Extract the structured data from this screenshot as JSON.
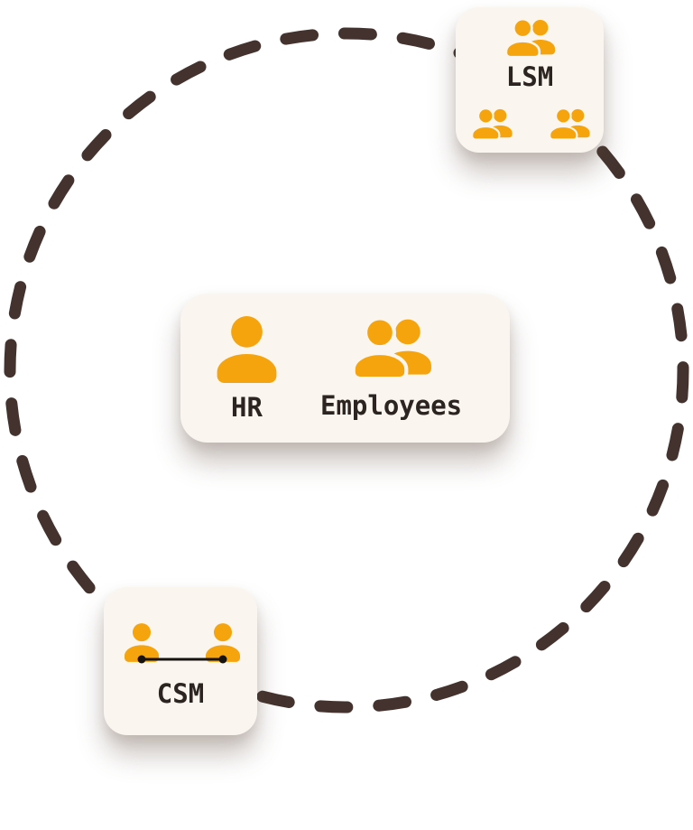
{
  "palette": {
    "accent": "#F5A40D",
    "card-bg": "#FAF6EF",
    "dash": "#43322E",
    "text": "#2B2420",
    "connector": "#16120F",
    "page-bg": "#FFFFFF"
  },
  "diagram": {
    "circle": {
      "style": "dashed-ring"
    },
    "cards": {
      "lsm": {
        "label": "LSM",
        "icons": [
          "team-icon",
          "team-icon",
          "team-icon"
        ]
      },
      "hr_employees": {
        "items": [
          {
            "label": "HR",
            "icon": "person-icon"
          },
          {
            "label": "Employees",
            "icon": "people-icon"
          }
        ]
      },
      "csm": {
        "label": "CSM",
        "icons": [
          "person-icon",
          "person-icon"
        ],
        "connector": "line-with-endpoint-dots"
      }
    }
  }
}
